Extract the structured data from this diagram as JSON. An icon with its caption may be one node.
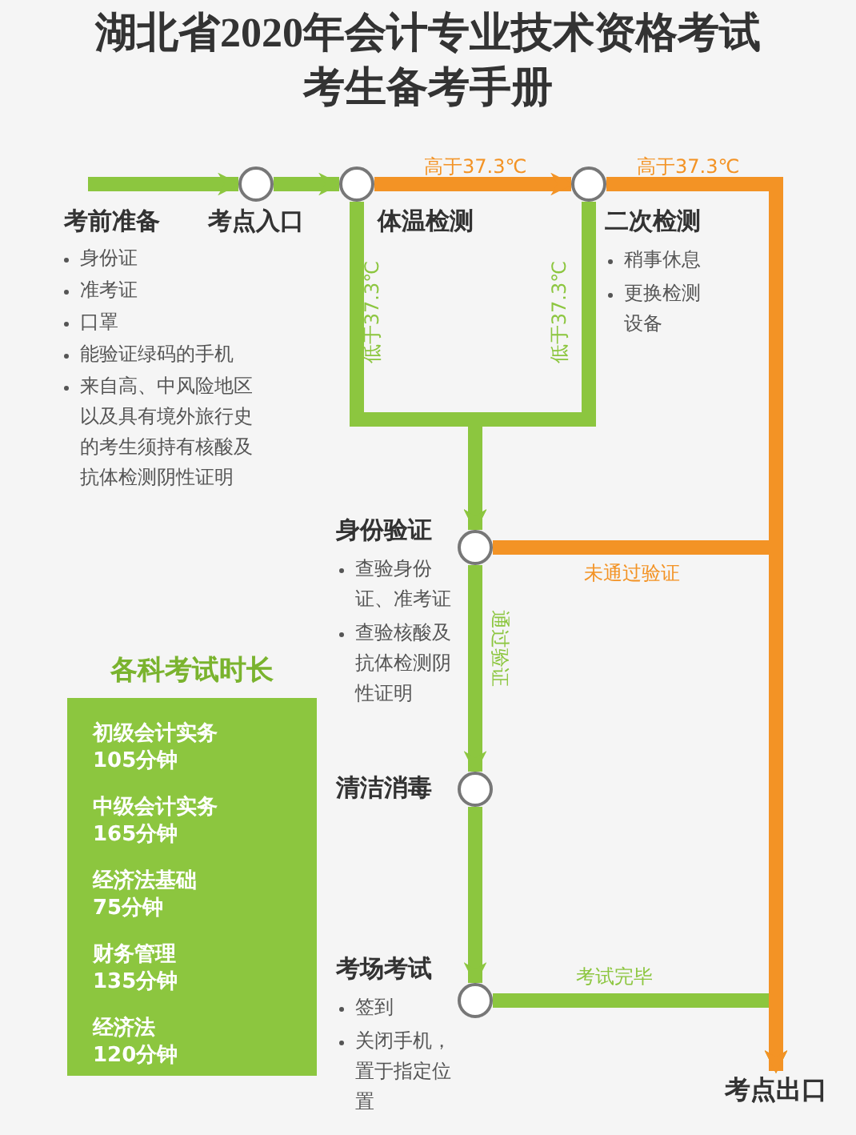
{
  "diagram": {
    "title": "湖北省2020年会计专业技术资格考试考生备考手册",
    "nodes": [
      {
        "text": [],
        "shape": "circle",
        "beside": [
          "考点入口"
        ]
      },
      {
        "text": [],
        "shape": "circle",
        "beside": [
          "体温检测"
        ]
      },
      {
        "text": [],
        "shape": "circle",
        "beside": [
          "二次检测",
          "稍事休息",
          "更换检测设备"
        ]
      },
      {
        "text": [],
        "shape": "circle",
        "beside": [
          "身份验证",
          "查验身份证、准考证",
          "查验核酸及抗体检测阴性证明"
        ]
      },
      {
        "text": [],
        "shape": "circle",
        "beside": [
          "清洁消毒"
        ]
      },
      {
        "text": [],
        "shape": "circle",
        "beside": [
          "考场考试",
          "签到",
          "关闭手机，置于指定位置"
        ]
      },
      {
        "text": [
          "考点出口"
        ]
      },
      {
        "text": [
          "各科考试时长",
          "初级会计实务 105分钟",
          "中级会计实务 165分钟",
          "经济法基础 75分钟",
          "财务管理 135分钟",
          "经济法 120分钟"
        ]
      }
    ],
    "edges": [
      {
        "from": null,
        "to": 0,
        "arrow": "to"
      },
      {
        "from": 0,
        "to": 1,
        "arrow": "to"
      },
      {
        "from": 1,
        "to": 2,
        "arrow": "to",
        "label": "高于37.3℃",
        "color": "#f39325"
      },
      {
        "from": 2,
        "to": 6,
        "arrow": "to",
        "label": "高于37.3℃",
        "color": "#f39325"
      },
      {
        "from": 1,
        "to": 3,
        "arrow": "to",
        "label": "低于37.3℃"
      },
      {
        "from": 2,
        "to": 3,
        "arrow": "to",
        "label": "低于37.3℃"
      },
      {
        "from": 3,
        "to": 6,
        "arrow": "to",
        "label": "未通过验证",
        "color": "#f39325"
      },
      {
        "from": 3,
        "to": 4,
        "arrow": "to",
        "label": "通过验证"
      },
      {
        "from": 4,
        "to": 5,
        "arrow": "to"
      },
      {
        "from": 5,
        "to": 6,
        "arrow": "to",
        "label": "考试完毕"
      }
    ],
    "labels": [
      "考前准备",
      "身份证",
      "准考证",
      "口罩",
      "能验证绿码的手机",
      "来自高、中风险地区以及具有境外旅行史的考生须持有核酸及抗体检测阴性证明"
    ]
  }
}
